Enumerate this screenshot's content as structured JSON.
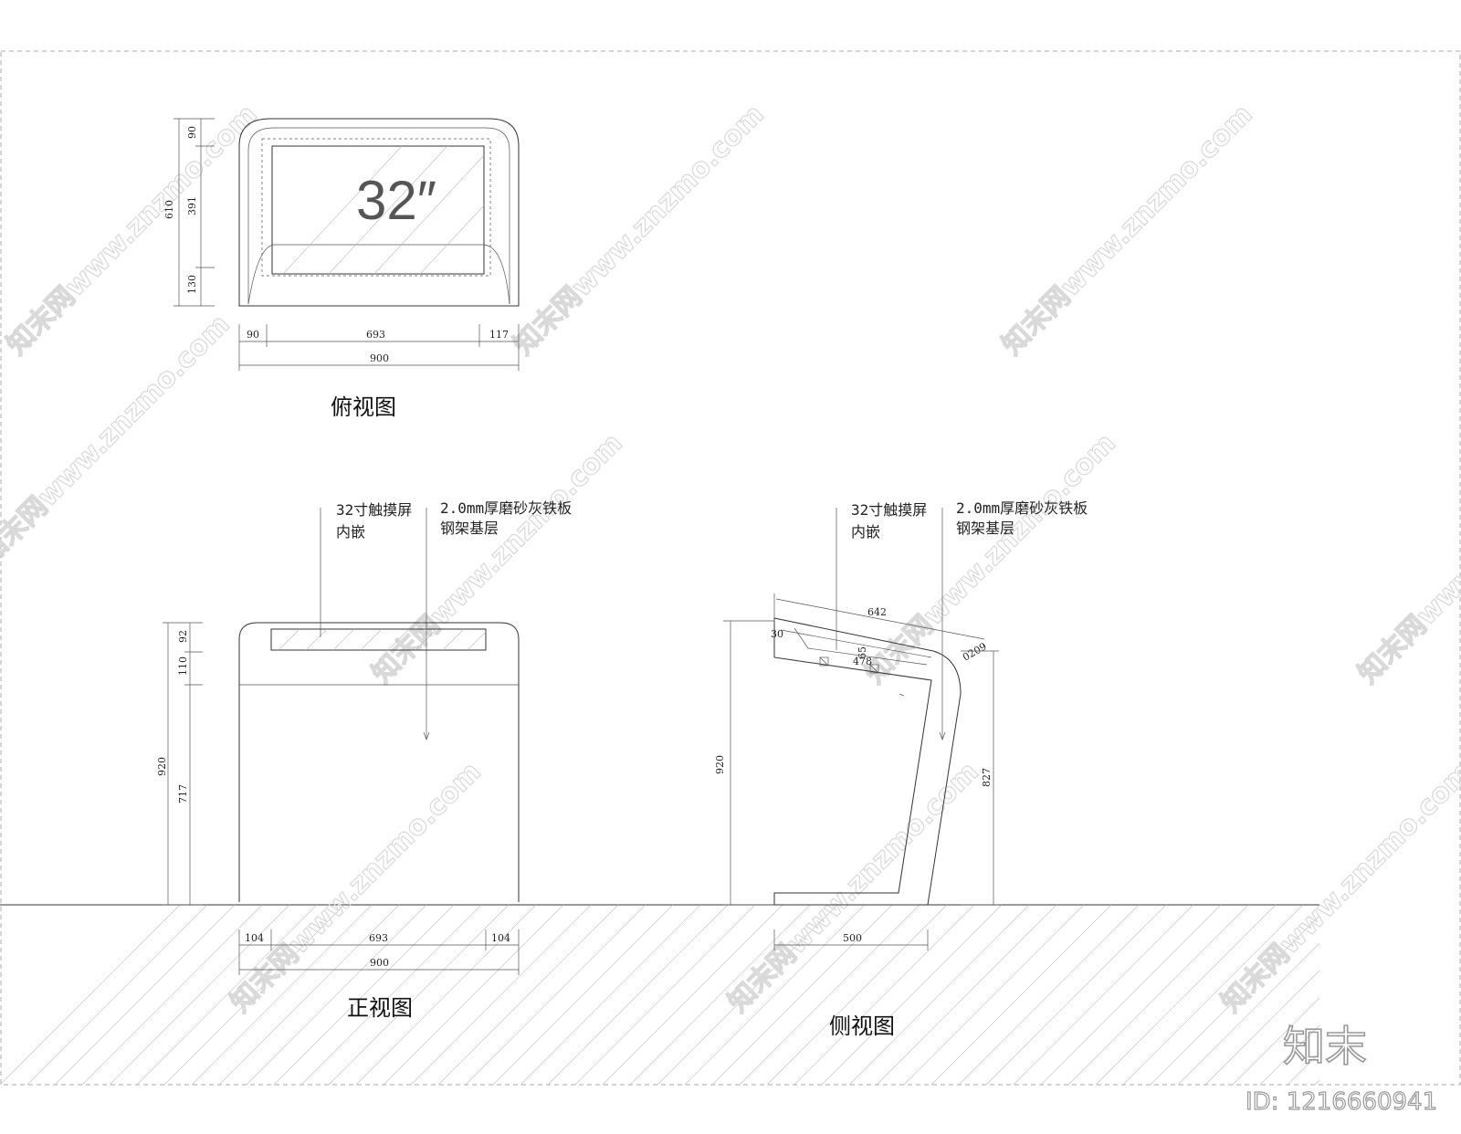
{
  "top_view": {
    "title": "俯视图",
    "screen_label": "32″",
    "dims_left": {
      "total": "610",
      "top": "90",
      "middle": "391",
      "bottom": "130"
    },
    "dims_bottom": {
      "left": "90",
      "middle": "693",
      "right": "117",
      "total": "900"
    }
  },
  "front_view": {
    "title": "正视图",
    "note_screen": [
      "32寸触摸屏",
      "内嵌"
    ],
    "note_material": [
      "2.0mm厚磨砂灰铁板",
      "钢架基层"
    ],
    "dims_left": {
      "total": "920",
      "top": "92",
      "middle": "110",
      "bottom": "717"
    },
    "dims_bottom": {
      "left": "104",
      "middle": "693",
      "right": "104",
      "total": "900"
    }
  },
  "side_view": {
    "title": "侧视图",
    "note_screen": [
      "32寸触摸屏",
      "内嵌"
    ],
    "note_material": [
      "2.0mm厚磨砂灰铁板",
      "钢架基层"
    ],
    "dims": {
      "height_left": "920",
      "height_right": "827",
      "top_length": "642",
      "thickness": "30",
      "depth": "65",
      "inner": "478",
      "radius": "0209",
      "base": "500"
    }
  },
  "watermark": {
    "text": "知末网www.znzmo.com",
    "brand": "知末",
    "id": "ID: 1216660941"
  },
  "colors": {
    "line": "#333333",
    "watermark": "#d9d9d9",
    "hatch": "#bbbbbb"
  }
}
